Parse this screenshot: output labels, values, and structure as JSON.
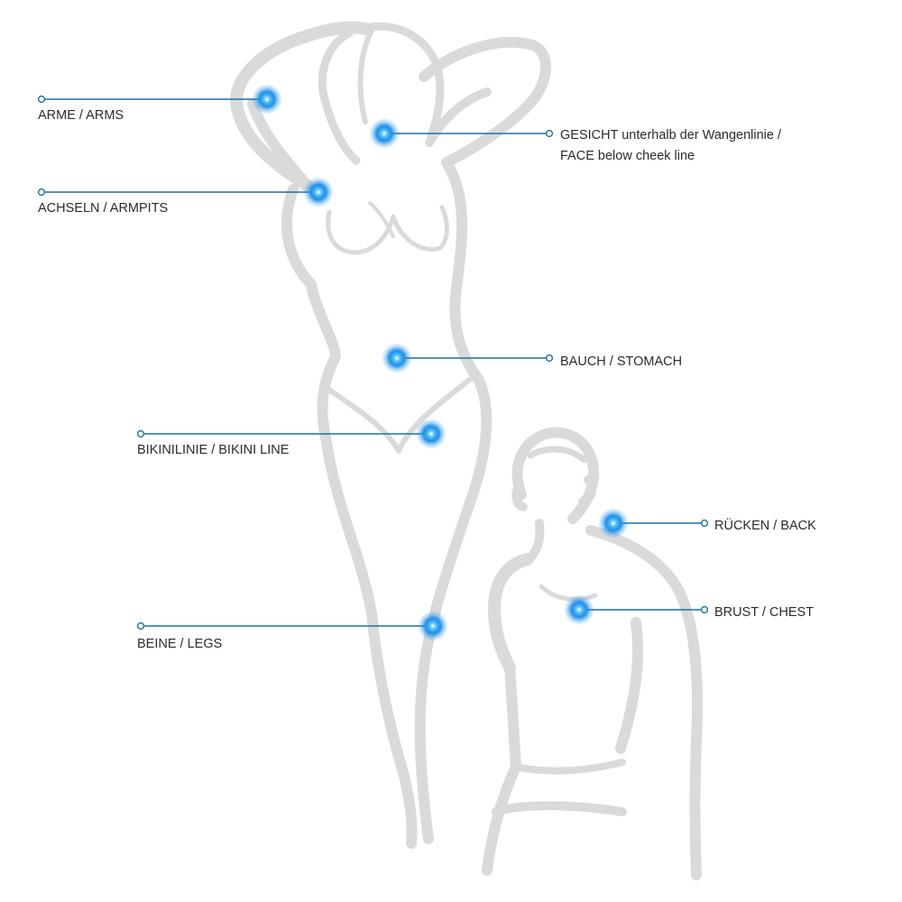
{
  "zones": [
    {
      "id": "arms",
      "label": "ARME / ARMS"
    },
    {
      "id": "face",
      "label_line1": "GESICHT unterhalb der Wangenlinie /",
      "label_line2": "FACE below cheek line"
    },
    {
      "id": "armpits",
      "label": "ACHSELN / ARMPITS"
    },
    {
      "id": "stomach",
      "label": "BAUCH / STOMACH"
    },
    {
      "id": "bikini",
      "label": "BIKINILINIE / BIKINI LINE"
    },
    {
      "id": "back",
      "label": "RÜCKEN / BACK"
    },
    {
      "id": "chest",
      "label": "BRUST / CHEST"
    },
    {
      "id": "legs",
      "label": "BEINE / LEGS"
    }
  ],
  "colors": {
    "marker": "#1e90e8",
    "leader": "#1d6fa8",
    "silhouette": "#dadada",
    "text": "#2b2b2b"
  }
}
